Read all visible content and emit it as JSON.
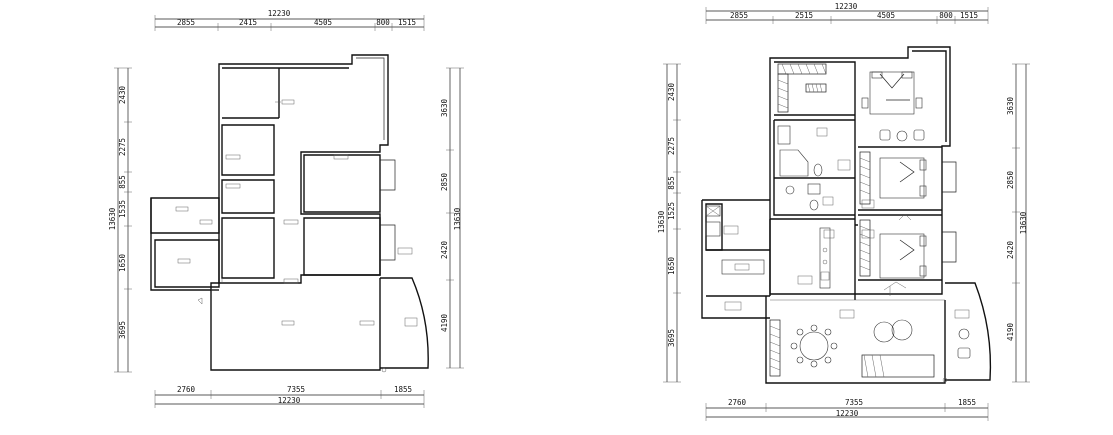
{
  "left_plan": {
    "top_total": "12230",
    "top_segments": [
      "2855",
      "2415",
      "4505",
      "800",
      "1515"
    ],
    "bottom_segments": [
      "2760",
      "7355",
      "1855"
    ],
    "bottom_total": "12230",
    "left_segments": [
      "2430",
      "2275",
      "855",
      "1535",
      "1650",
      "3695"
    ],
    "left_total": "13630",
    "right_segments": [
      "3630",
      "2850",
      "2420",
      "4190"
    ],
    "right_total": "13630"
  },
  "right_plan": {
    "top_total": "12230",
    "top_segments": [
      "2855",
      "2515",
      "4505",
      "800",
      "1515"
    ],
    "bottom_segments": [
      "2760",
      "7355",
      "1855"
    ],
    "bottom_total": "12230",
    "left_segments": [
      "2430",
      "2275",
      "855",
      "1525",
      "1650",
      "3695"
    ],
    "left_total": "13630",
    "right_segments": [
      "3630",
      "2850",
      "2420",
      "4190"
    ],
    "right_total": "13630"
  }
}
